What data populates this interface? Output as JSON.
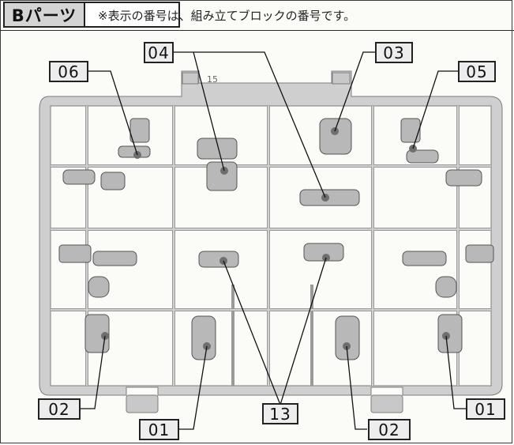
{
  "section": {
    "title": "Bパーツ"
  },
  "note": "※表示の番号は、組み立てブロックの番号です。",
  "sprue_mark": "15",
  "callouts": {
    "top_left_06": "06",
    "top_04": "04",
    "top_03": "03",
    "top_right_05": "05",
    "bottom_left_02": "02",
    "bottom_01": "01",
    "bottom_13": "13",
    "bottom_02": "02",
    "bottom_right_01": "01"
  },
  "colors": {
    "frame_gray": "#9a9a9a",
    "sprue_fill": "#d8d8d8",
    "part_gray": "#8c8c8c",
    "title_bg": "#d4d4d4",
    "callout_bg": "#ededed"
  }
}
